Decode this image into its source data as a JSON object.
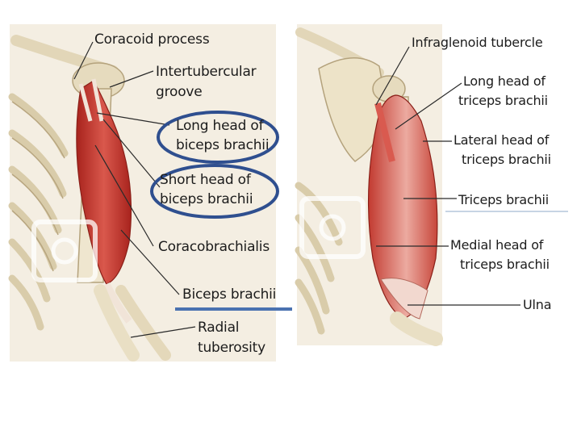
{
  "left_panel": {
    "labels": {
      "coracoid_process": "Coracoid process",
      "intertubercular_groove": [
        "Intertubercular",
        "groove"
      ],
      "long_head_biceps": [
        "Long head of",
        "biceps brachii"
      ],
      "short_head_biceps": [
        "Short head of",
        "biceps brachii"
      ],
      "coracobrachialis": "Coracobrachialis",
      "biceps_brachii": "Biceps brachii",
      "radial_tuberosity": [
        "Radial",
        "tuberosity"
      ]
    }
  },
  "right_panel": {
    "labels": {
      "infraglenoid_tubercle": "Infraglenoid tubercle",
      "long_head_triceps": [
        "Long head of",
        "triceps brachii"
      ],
      "lateral_head_triceps": [
        "Lateral head of",
        "triceps brachii"
      ],
      "triceps_brachii": "Triceps brachii",
      "medial_head_triceps": [
        "Medial head of",
        "triceps brachii"
      ],
      "ulna": "Ulna"
    }
  },
  "colors": {
    "circle_outline": "#2f4f8f",
    "underline": "#4a72b0",
    "muscle_red": "#c8342b",
    "bone": "#e9dfc4"
  }
}
